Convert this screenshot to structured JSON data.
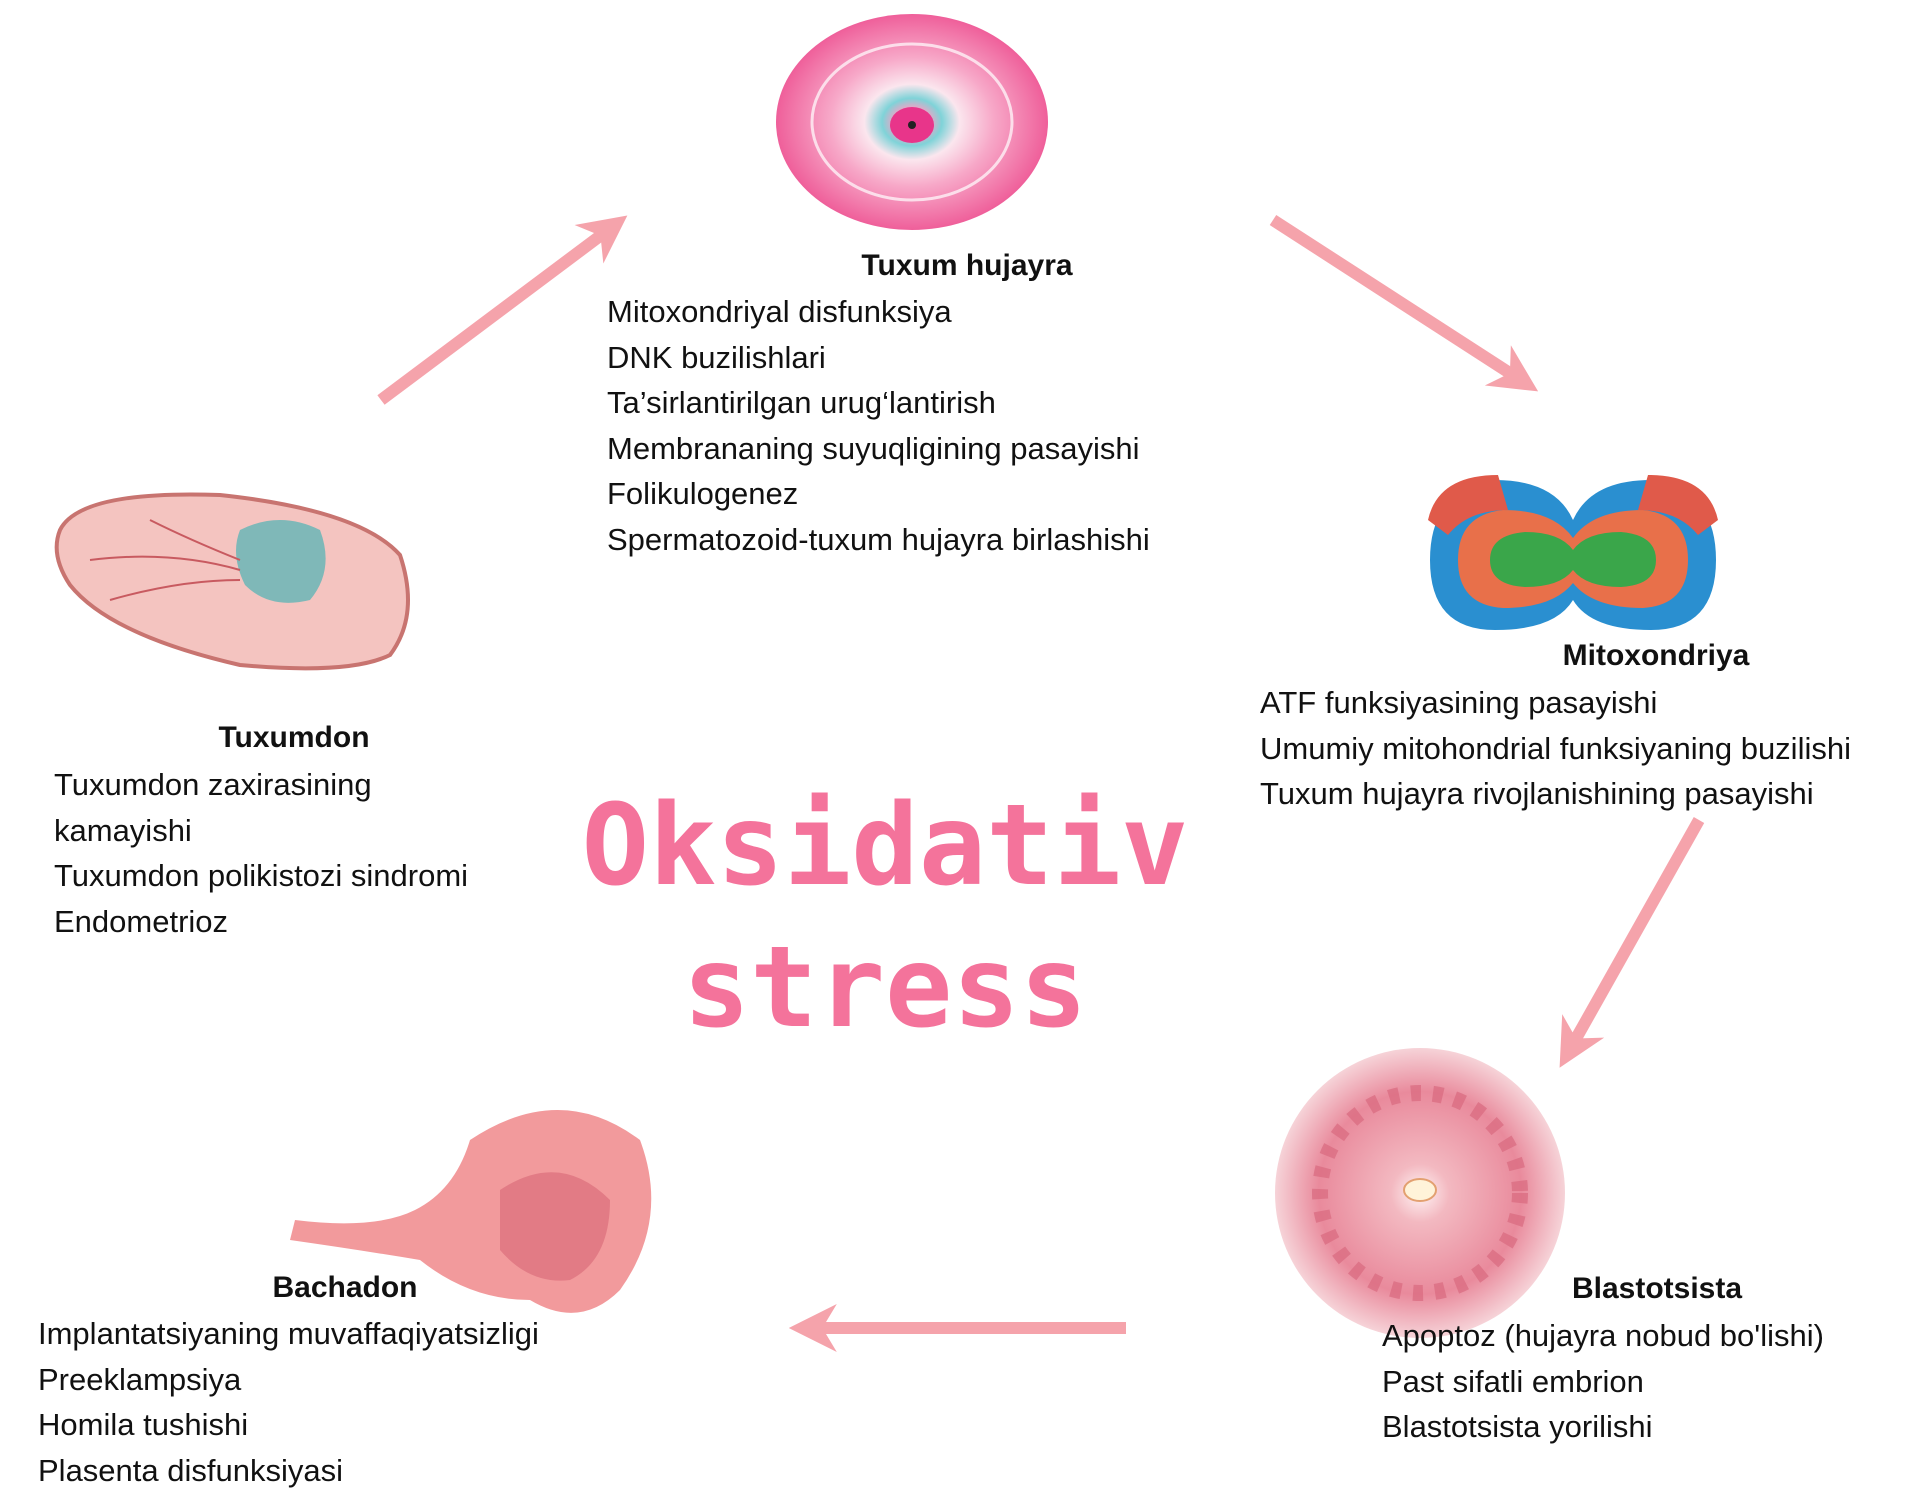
{
  "center_title": {
    "line1": "Oksidativ",
    "line2": "stress"
  },
  "colors": {
    "accent": "#f4739b",
    "arrow": "#f5a3ab"
  },
  "nodes": {
    "egg": {
      "title": "Tuxum hujayra",
      "items": [
        "Mitoxondriyal disfunksiya",
        "DNK buzilishlari",
        "Ta’sirlantirilgan urug‘lantirish",
        "Membrananing suyuqligining pasayishi",
        "Folikulogenez",
        "Spermatozoid-tuxum hujayra birlashishi"
      ]
    },
    "mito": {
      "title": "Mitoxondriya",
      "items": [
        "ATF funksiyasining pasayishi",
        "Umumiy mitohondrial funksiyaning buzilishi",
        "Tuxum hujayra rivojlanishining pasayishi"
      ]
    },
    "blasto": {
      "title": "Blastotsista",
      "items": [
        "Apoptoz (hujayra nobud bo'lishi)",
        "Past sifatli embrion",
        "Blastotsista yorilishi"
      ]
    },
    "uterus": {
      "title": "Bachadon",
      "items": [
        "Implantatsiyaning muvaffaqiyatsizligi",
        "Preeklampsiya",
        "Homila tushishi",
        "Plasenta disfunksiyasi"
      ]
    },
    "ovary": {
      "title": "Tuxumdon",
      "items": [
        "Tuxumdon zaxirasining",
        "kamayishi",
        "Tuxumdon polikistozi sindromi",
        "Endometrioz"
      ]
    }
  }
}
